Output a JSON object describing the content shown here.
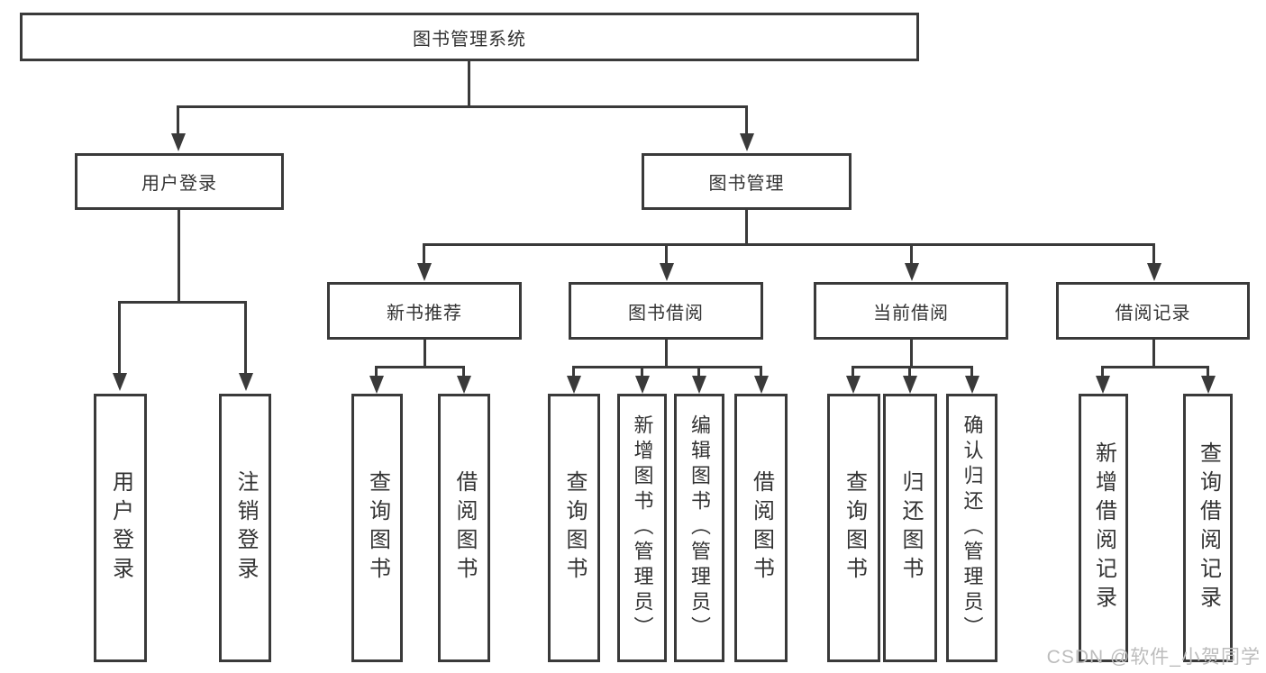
{
  "diagram_title": "图书管理系统",
  "tree": {
    "root": {
      "label": "图书管理系统",
      "children": [
        {
          "label": "用户登录",
          "children": [
            {
              "label": "用户登录"
            },
            {
              "label": "注销登录"
            }
          ]
        },
        {
          "label": "图书管理",
          "children": [
            {
              "label": "新书推荐",
              "children": [
                {
                  "label": "查询图书"
                },
                {
                  "label": "借阅图书"
                }
              ]
            },
            {
              "label": "图书借阅",
              "children": [
                {
                  "label": "查询图书"
                },
                {
                  "label": "新增图书（管理员）"
                },
                {
                  "label": "编辑图书（管理员）"
                },
                {
                  "label": "借阅图书"
                }
              ]
            },
            {
              "label": "当前借阅",
              "children": [
                {
                  "label": "查询图书"
                },
                {
                  "label": "归还图书"
                },
                {
                  "label": "确认归还（管理员）"
                }
              ]
            },
            {
              "label": "借阅记录",
              "children": [
                {
                  "label": "新增借阅记录"
                },
                {
                  "label": "查询借阅记录"
                }
              ]
            }
          ]
        }
      ]
    }
  },
  "watermark": {
    "text": "CSDN @软件_小贺同学"
  },
  "colors": {
    "line": "#3a3a3a",
    "text": "#333333",
    "watermark": "#bcbcbc",
    "background": "#ffffff"
  }
}
